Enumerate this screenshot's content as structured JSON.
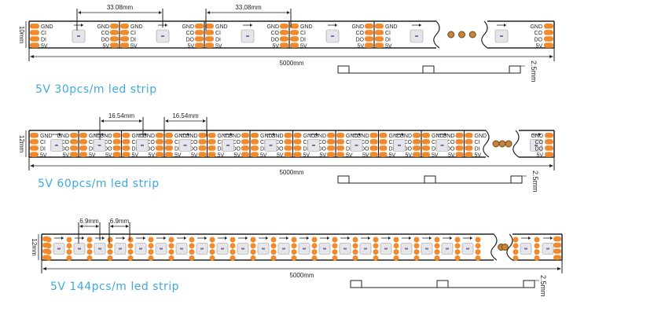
{
  "pins_in": [
    "GND",
    "CI",
    "DI",
    "5V"
  ],
  "pins_out": [
    "GND",
    "CO",
    "DO",
    "5V"
  ],
  "strips": [
    {
      "title": "5V 30pcs/m led strip",
      "width_label": "10mm",
      "pitch_label": "33.08mm",
      "length_label": "5000mm",
      "thickness_label": "2.5mm"
    },
    {
      "title": "5V 60pcs/m led strip",
      "width_label": "12mm",
      "pitch_label": "16.54mm",
      "length_label": "5000mm",
      "thickness_label": "2.5mm"
    },
    {
      "title": "5V 144pcs/m led strip",
      "width_label": "12mm",
      "pitch_label": "6.9mm",
      "length_label": "5000mm",
      "thickness_label": "2.5mm"
    }
  ],
  "colors": {
    "pad": "#f08a2c",
    "title": "#3fa9dc",
    "line": "#222222",
    "led": "#e6e6ea"
  }
}
